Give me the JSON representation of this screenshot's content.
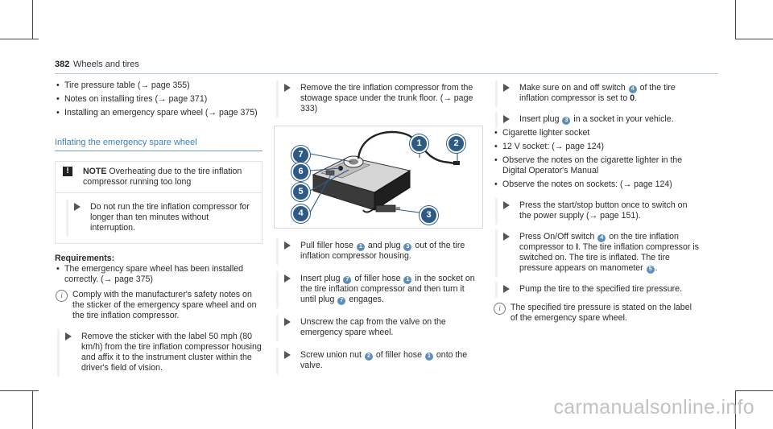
{
  "header": {
    "page_number": "382",
    "title": "Wheels and tires"
  },
  "col1": {
    "bullets": [
      "Tire pressure table (→ page 355)",
      "Notes on installing tires (→ page 371)",
      "Installing an emergency spare wheel (→ page 375)"
    ],
    "section_title": "Inflating the emergency spare wheel",
    "notice": {
      "label": "NOTE",
      "heading": "Overheating due to the tire inflation compressor running too long",
      "step": "Do not run the tire inflation compressor for longer than ten minutes without interruption."
    },
    "requirements_title": "Requirements:",
    "requirements": [
      "The emergency spare wheel has been installed correctly. (→ page 375)"
    ],
    "info": "Comply with the manufacturer's safety notes on the sticker of the emergency spare wheel and on the tire inflation compressor.",
    "step": "Remove the sticker with the label 50 mph (80 km/h) from the tire inflation compressor housing and affix it to the instrument cluster within the driver's field of vision."
  },
  "col2": {
    "step1": "Remove the tire inflation compressor from the stowage space under the trunk floor. (→ page 333)",
    "figure_callouts": [
      "7",
      "6",
      "5",
      "4",
      "1",
      "2",
      "3"
    ],
    "step2": {
      "a": "Pull filler hose",
      "n1": "1",
      "b": "and plug",
      "n2": "3",
      "c": "out of the tire inflation compressor housing."
    },
    "step3": {
      "a": "Insert plug",
      "n1": "7",
      "b": "of filler hose",
      "n2": "1",
      "c": "in the socket on the tire inflation compressor and then turn it until plug",
      "n3": "7",
      "d": "engages."
    },
    "step4": "Unscrew the cap from the valve on the emergency spare wheel.",
    "step5": {
      "a": "Screw union nut",
      "n1": "2",
      "b": "of filler hose",
      "n2": "1",
      "c": "onto the valve."
    }
  },
  "col3": {
    "step1": {
      "a": "Make sure on and off switch",
      "n1": "4",
      "b": "of the tire inflation compressor is set to",
      "val": "0",
      "c": "."
    },
    "step2": {
      "a": "Insert plug",
      "n1": "3",
      "b": "in a socket in your vehicle."
    },
    "bullets": [
      "Cigarette lighter socket",
      "12 V socket: (→ page 124)",
      "Observe the notes on the cigarette lighter in the Digital Operator's Manual",
      "Observe the notes on sockets: (→ page 124)"
    ],
    "step3": "Press the start/stop button once to switch on the power supply (→ page 151).",
    "step4": {
      "a": "Press On/Off switch",
      "n1": "4",
      "b": "on the tire inflation compressor to",
      "val": "I",
      "c": ". The tire inflation compressor is switched on. The tire is inflated. The tire pressure appears on manometer",
      "n2": "5",
      "d": "."
    },
    "step5": "Pump the tire to the specified tire pressure.",
    "info": "The specified tire pressure is stated on the label of the emergency spare wheel."
  },
  "watermark": "carmanualsonline.info",
  "colors": {
    "accent": "#3d7fb8",
    "callout": "#2e5b86",
    "rule": "#b7cfe0"
  }
}
